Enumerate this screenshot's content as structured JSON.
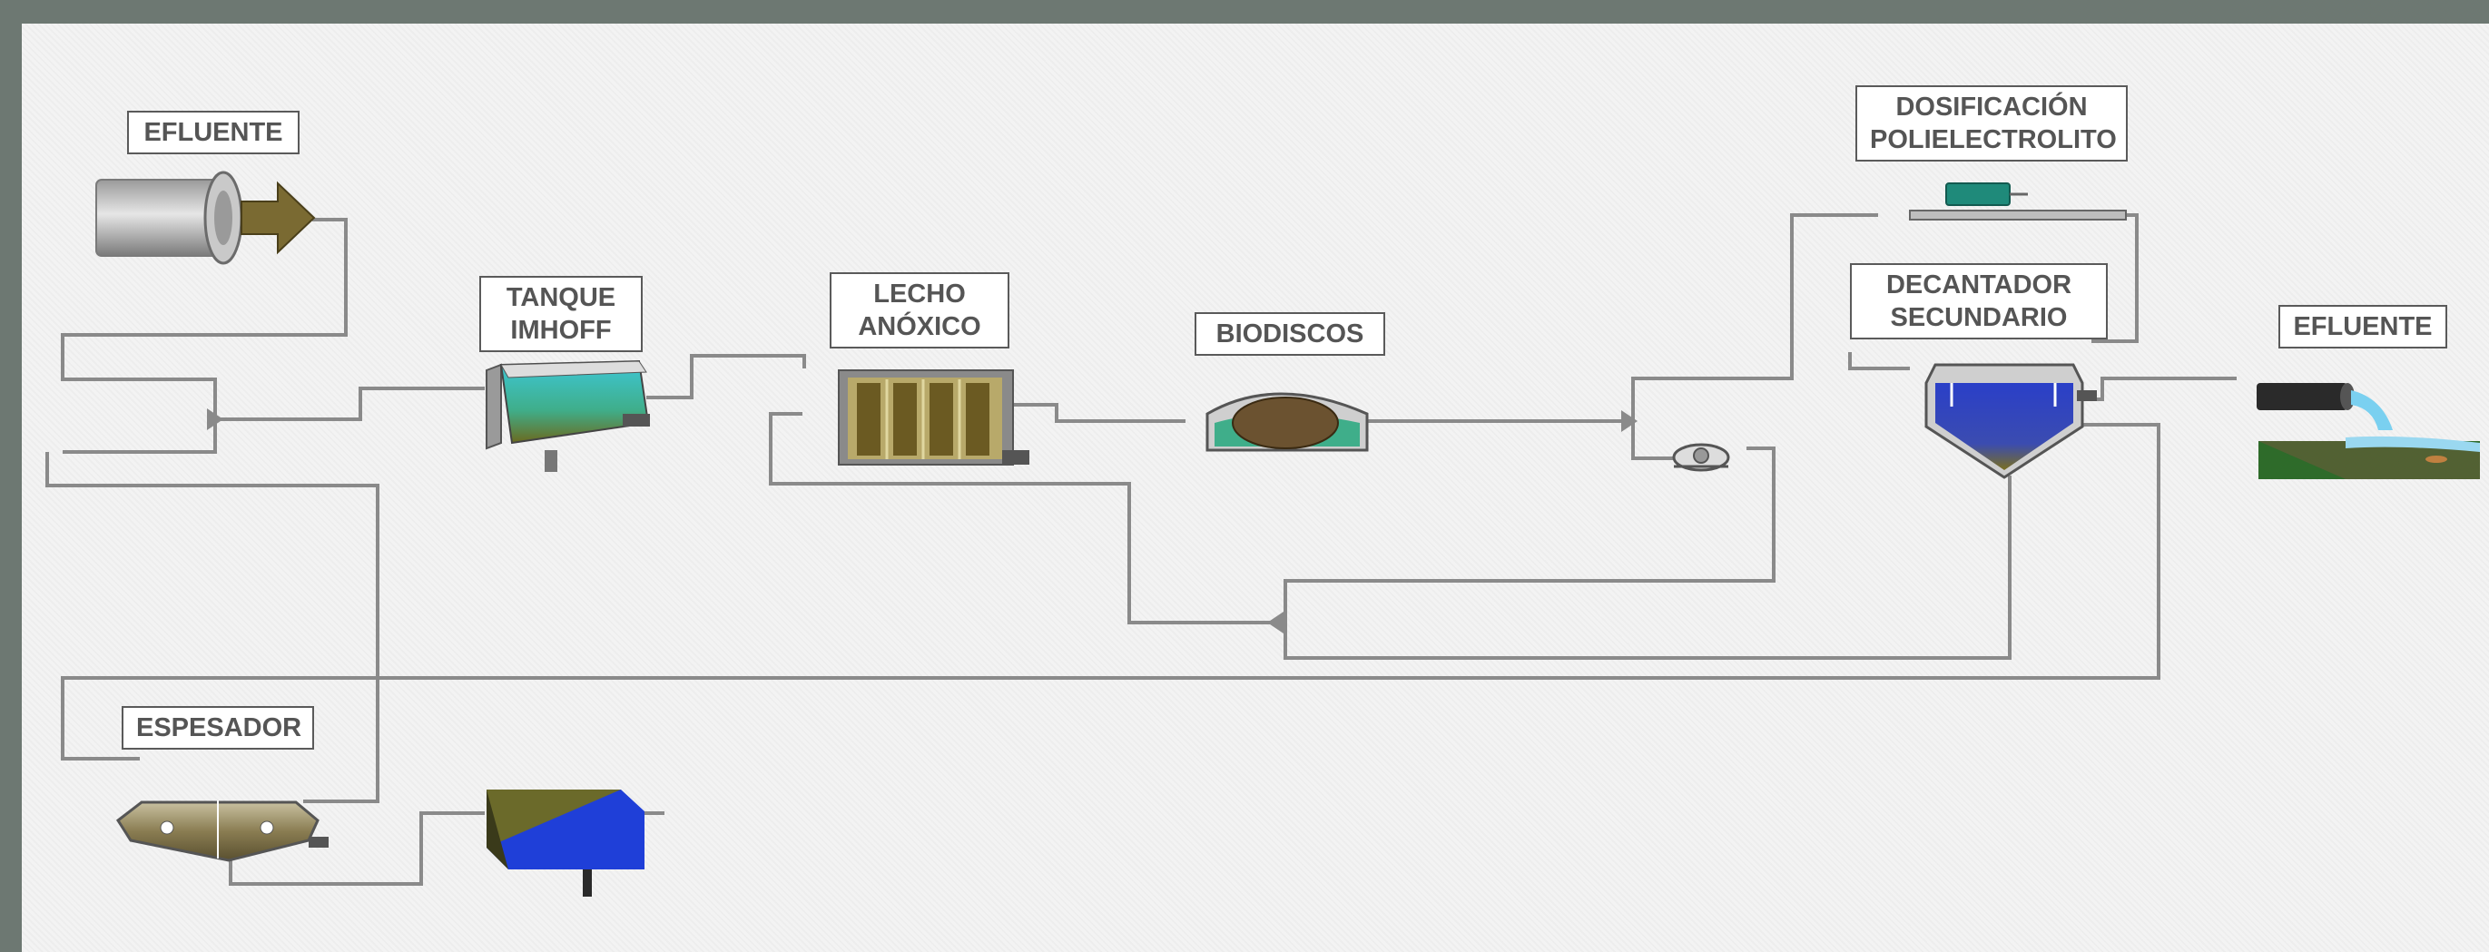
{
  "diagram": {
    "labels": {
      "efluente_in": "EFLUENTE",
      "tanque_imhoff": [
        "TANQUE",
        "IMHOFF"
      ],
      "lecho_anoxico": [
        "LECHO",
        "ANÓXICO"
      ],
      "biodiscos": "BIODISCOS",
      "dosificacion": [
        "DOSIFICACIÓN",
        "POLIELECTROLITO"
      ],
      "decantador": [
        "DECANTADOR",
        "SECUNDARIO"
      ],
      "efluente_out": "EFLUENTE",
      "espesador": "ESPESADOR"
    },
    "colors": {
      "pipe": "#8a8a8a",
      "water": "#3ec1d3",
      "sludge": "#6b6a1e",
      "decanter_water": "#2a3fc8",
      "ground": "#2e6b2a",
      "block_blue": "#1f3fd8",
      "block_olive": "#6b6a2a"
    }
  }
}
